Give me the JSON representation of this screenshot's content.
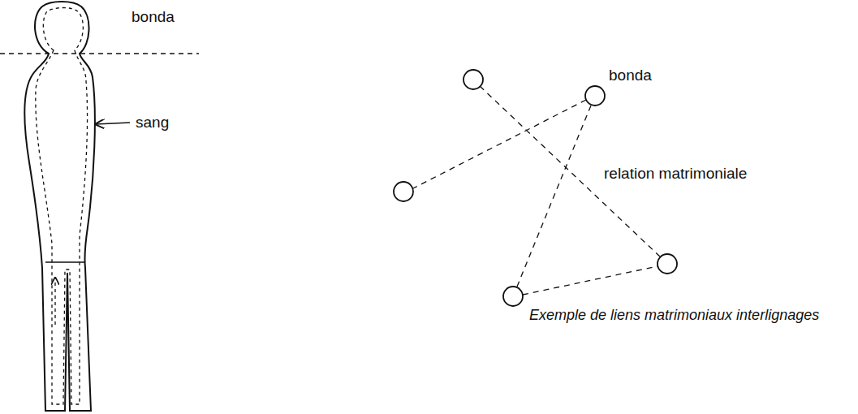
{
  "diagram": {
    "caption": "Exemple de liens matrimoniaux interlignages",
    "labels": [
      "bonda",
      "sang",
      "bonda",
      "relation matrimoniale"
    ]
  }
}
